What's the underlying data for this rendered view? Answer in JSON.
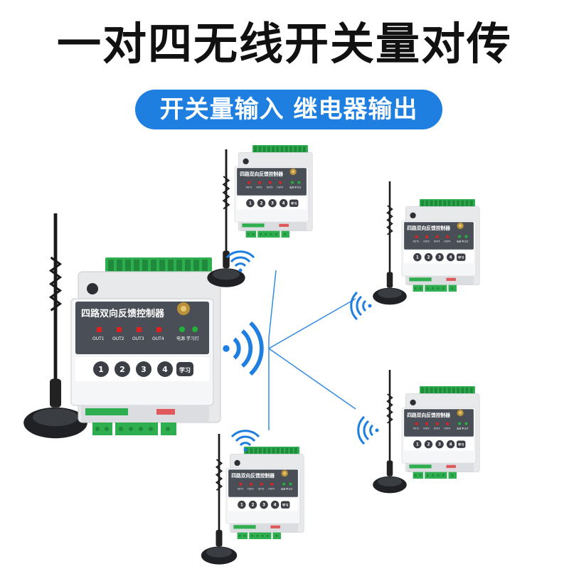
{
  "headline": "一对四无线开关量对传",
  "subheadline": "开关量输入 继电器输出",
  "module": {
    "title": "四路双向反馈控制器",
    "outputs": [
      "OUT1",
      "OUT2",
      "OUT3",
      "OUT4"
    ],
    "status_labels": [
      "电源",
      "学习灯"
    ],
    "buttons": [
      "1",
      "2",
      "3",
      "4"
    ],
    "learn_button": "学习"
  },
  "colors": {
    "pill": "#1e7fe0",
    "wave": "#1e7fe0",
    "terminal": "#2fae4f",
    "panel": "#4a4f57",
    "led_red": "#e02020",
    "led_green": "#22b03a"
  },
  "icons": [
    "antenna-icon",
    "wireless-signal-icon",
    "antenna-connector-icon"
  ]
}
